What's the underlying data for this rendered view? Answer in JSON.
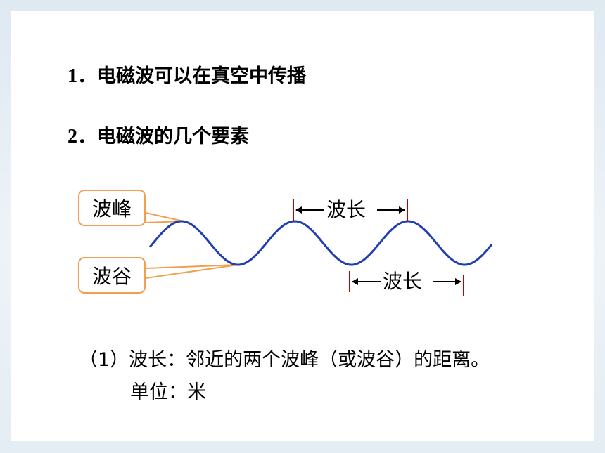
{
  "items": [
    {
      "num": "1．",
      "text": "电磁波可以在真空中传播"
    },
    {
      "num": "2．",
      "text": "电磁波的几个要素"
    }
  ],
  "diagram": {
    "crest_label": "波峰",
    "trough_label": "波谷",
    "wavelength_label_top": "波长",
    "wavelength_label_bottom": "波长",
    "wave_color": "#1f3fb0",
    "marker_color": "#c00000",
    "callout_color": "#f0a050"
  },
  "definition": {
    "line1": "（1）波长：邻近的两个波峰（或波谷）的距离。",
    "line2": "单位：米"
  }
}
